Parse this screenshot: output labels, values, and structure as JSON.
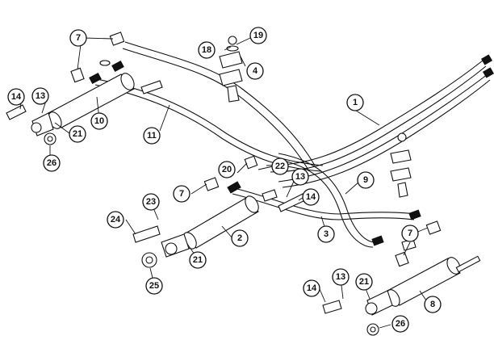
{
  "callouts": {
    "c1": "1",
    "c2": "2",
    "c3": "3",
    "c4": "4",
    "c7a": "7",
    "c7b": "7",
    "c7c": "7",
    "c8": "8",
    "c9": "9",
    "c10": "10",
    "c11": "11",
    "c13a": "13",
    "c13b": "13",
    "c13c": "13",
    "c14a": "14",
    "c14b": "14",
    "c14c": "14",
    "c18": "18",
    "c19": "19",
    "c20": "20",
    "c21a": "21",
    "c21b": "21",
    "c21c": "21",
    "c22": "22",
    "c23": "23",
    "c24": "24",
    "c25": "25",
    "c26a": "26",
    "c26b": "26"
  },
  "colors": {
    "line": "#111111",
    "background": "#ffffff"
  }
}
